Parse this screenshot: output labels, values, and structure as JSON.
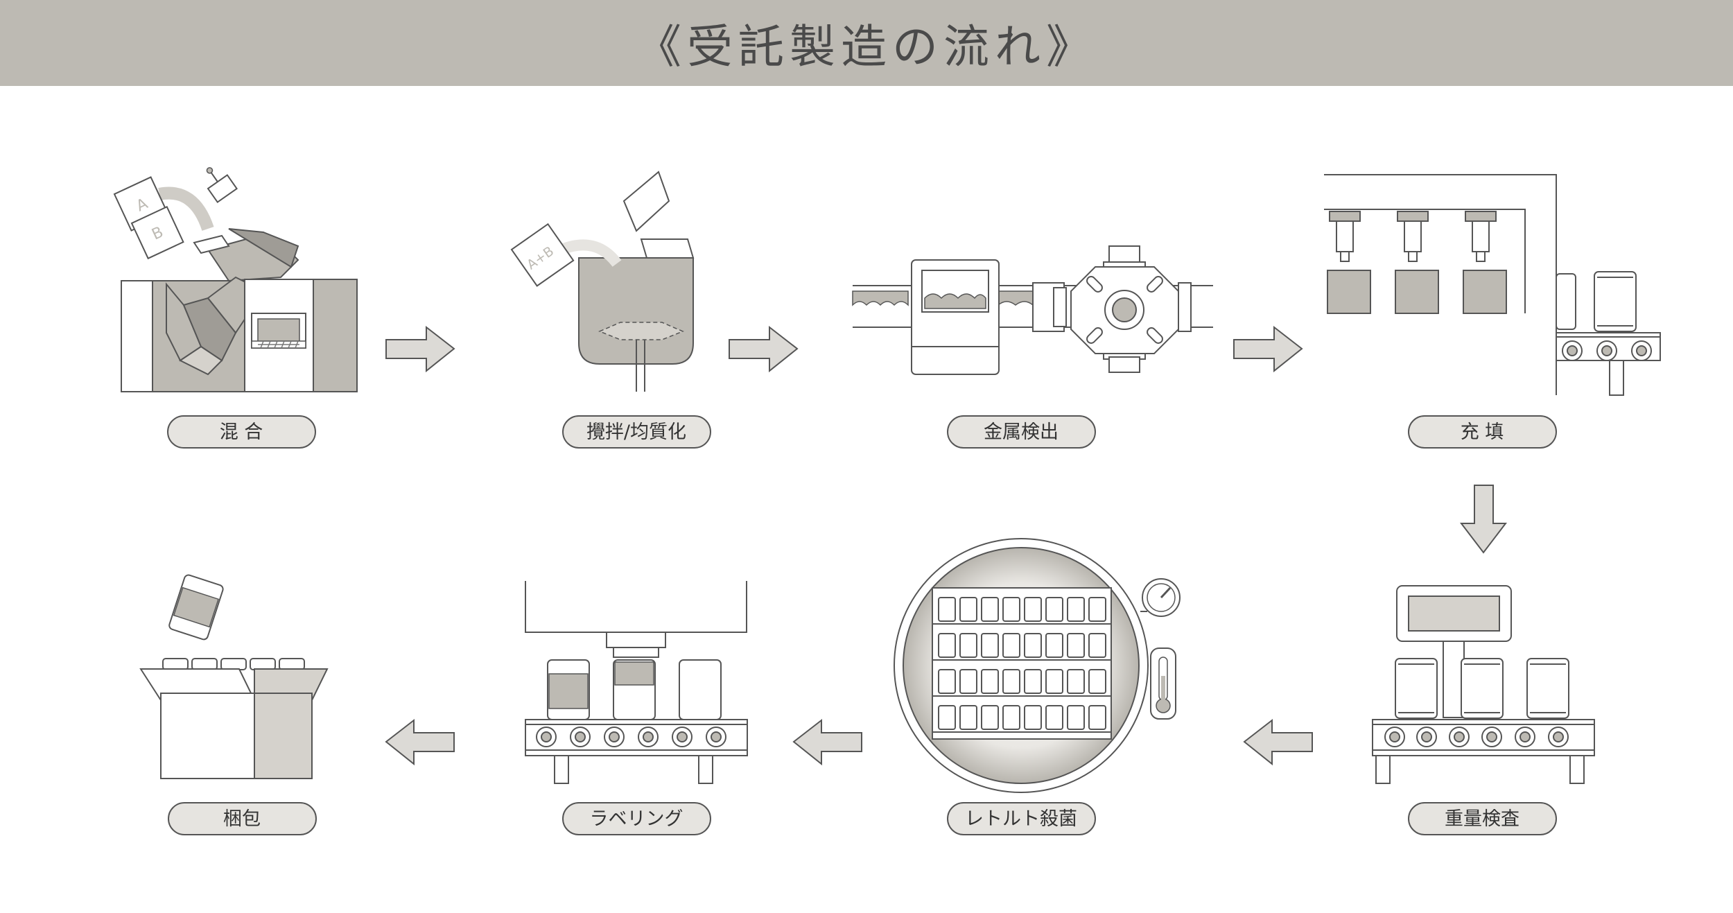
{
  "title": "《受託製造の流れ》",
  "steps": [
    {
      "label": "混 合"
    },
    {
      "label": "攪拌/均質化"
    },
    {
      "label": "金属検出"
    },
    {
      "label": "充 填"
    },
    {
      "label": "重量検査"
    },
    {
      "label": "レトルト殺菌"
    },
    {
      "label": "ラベリング"
    },
    {
      "label": "梱包"
    }
  ],
  "icon_text": {
    "bag_a": "A",
    "bag_b": "B",
    "bag_ab": "A+B"
  },
  "colors": {
    "header": "#bdbab3",
    "line": "#555555",
    "fill_mid": "#bdbab3",
    "fill_light": "#e6e4e0",
    "arrow": "#dcdad6"
  }
}
